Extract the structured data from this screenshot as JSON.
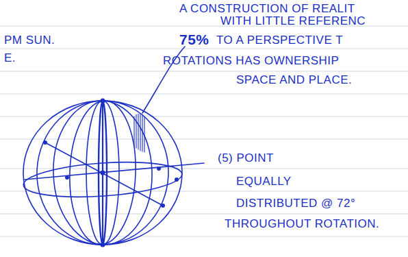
{
  "diagram": {
    "labels": [
      "A CONSTRUCTION OF REALIT",
      "WITH LITTLE REFERENC",
      "PM SUN.",
      "E.",
      "75%",
      "TO A PERSPECTIVE T",
      "ROTATIONS HAS OWNERSHIP",
      "SPACE AND PLACE.",
      "(5) POINT",
      "EQUALLY",
      "DISTRIBUTED @ 72°",
      "THROUGHOUT ROTATION."
    ]
  }
}
